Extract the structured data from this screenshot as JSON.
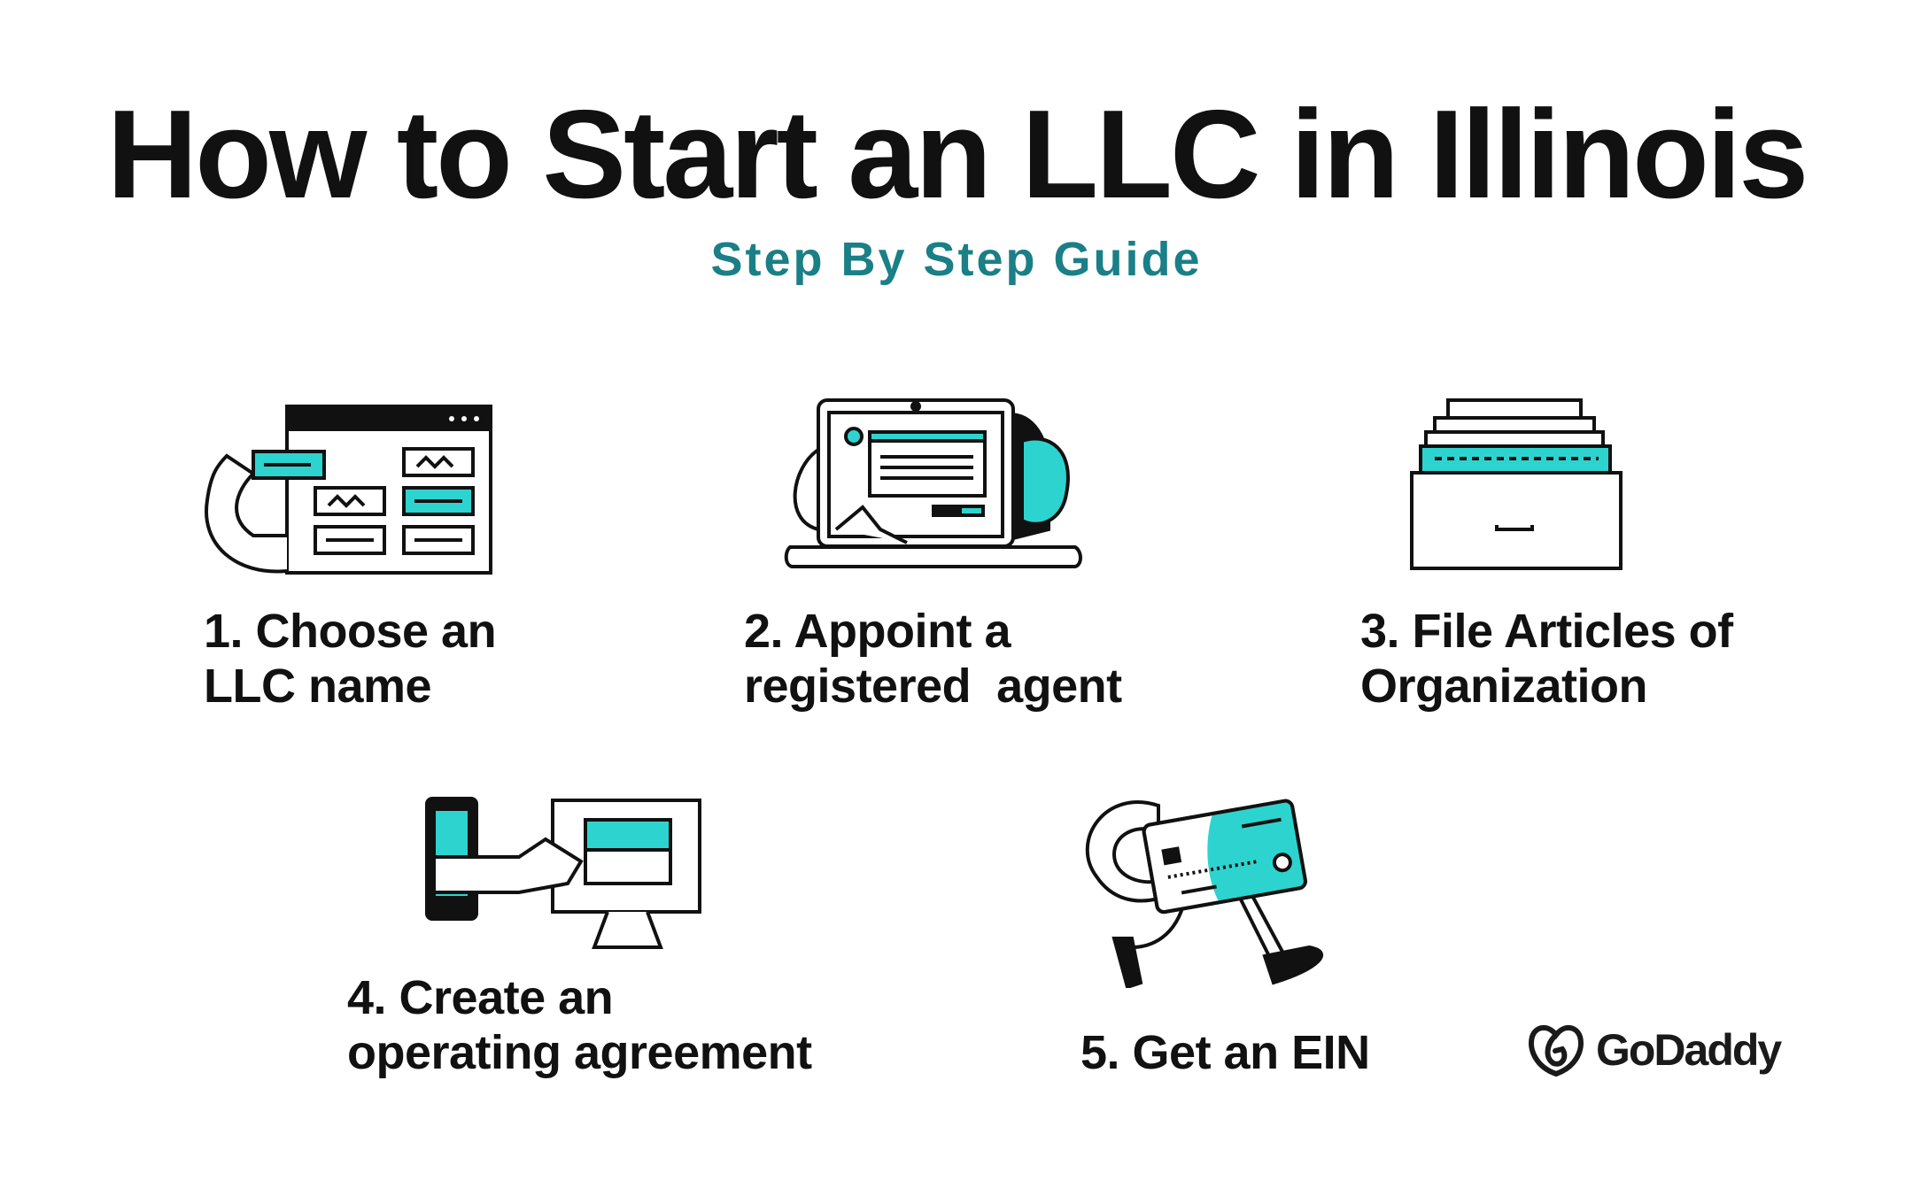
{
  "header": {
    "title": "How to Start an LLC in Illinois",
    "subtitle": "Step By Step Guide"
  },
  "steps": [
    {
      "line1": "1. Choose an",
      "line2": "LLC name",
      "icon": "browser-window-hand-icon"
    },
    {
      "line1": "2. Appoint a",
      "line2": "registered  agent",
      "icon": "laptop-person-icon"
    },
    {
      "line1": "3. File Articles of",
      "line2": "Organization",
      "icon": "file-drawer-icon"
    },
    {
      "line1": "4. Create an",
      "line2": "operating agreement",
      "icon": "handshake-devices-icon"
    },
    {
      "line1": "5. Get an EIN",
      "line2": "",
      "icon": "walking-card-icon"
    }
  ],
  "brand": {
    "logo_text": "GoDaddy"
  },
  "colors": {
    "accent": "#2dd4cf",
    "subtitle": "#1a7f86",
    "text": "#111111"
  }
}
